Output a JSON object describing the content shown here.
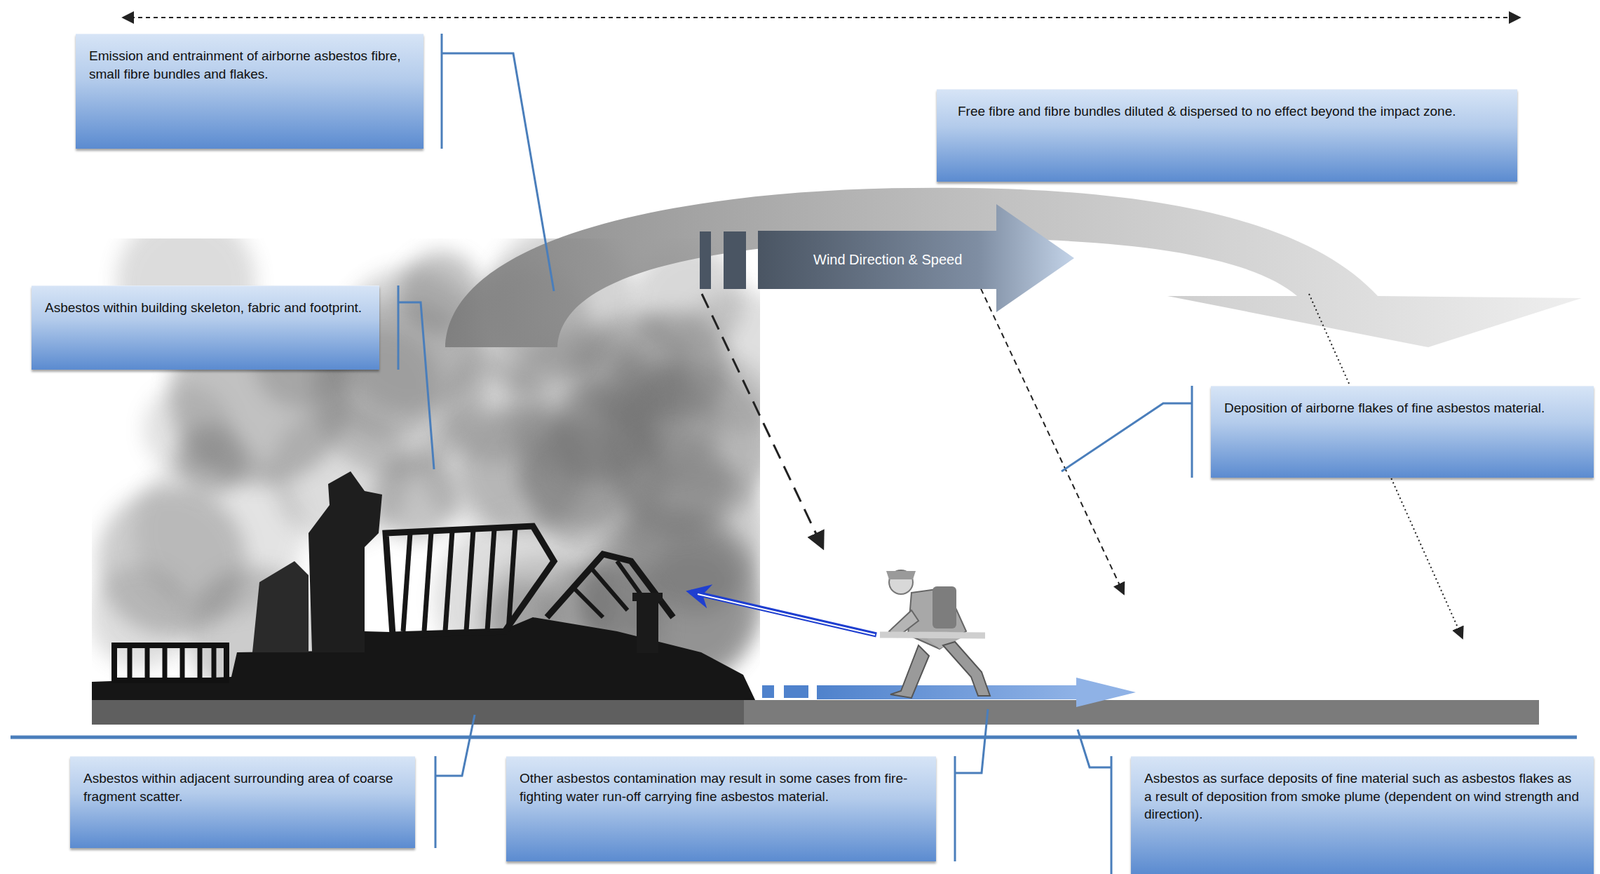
{
  "diagram": {
    "nodes": [
      {
        "text": [
          "Emission and entrainment of airborne asbestos fibre, small fibre bundles and flakes."
        ]
      },
      {
        "text": [
          "Free fibre and fibre bundles diluted & dispersed to no effect beyond the impact zone."
        ]
      },
      {
        "text": [
          "Wind Direction & Speed"
        ]
      },
      {
        "text": [
          "Asbestos within building skeleton, fabric and footprint."
        ]
      },
      {
        "text": [
          "Deposition of airborne flakes of fine asbestos material."
        ]
      },
      {
        "text": [
          "Asbestos within adjacent surrounding area of coarse fragment scatter."
        ]
      },
      {
        "text": [
          "Other asbestos contamination may result in some cases from fire-fighting water run-off carrying fine asbestos material."
        ]
      },
      {
        "text": [
          "Asbestos as surface deposits of fine material such as asbestos flakes as a result of deposition from smoke plume (dependent on wind strength and direction)."
        ]
      }
    ]
  }
}
